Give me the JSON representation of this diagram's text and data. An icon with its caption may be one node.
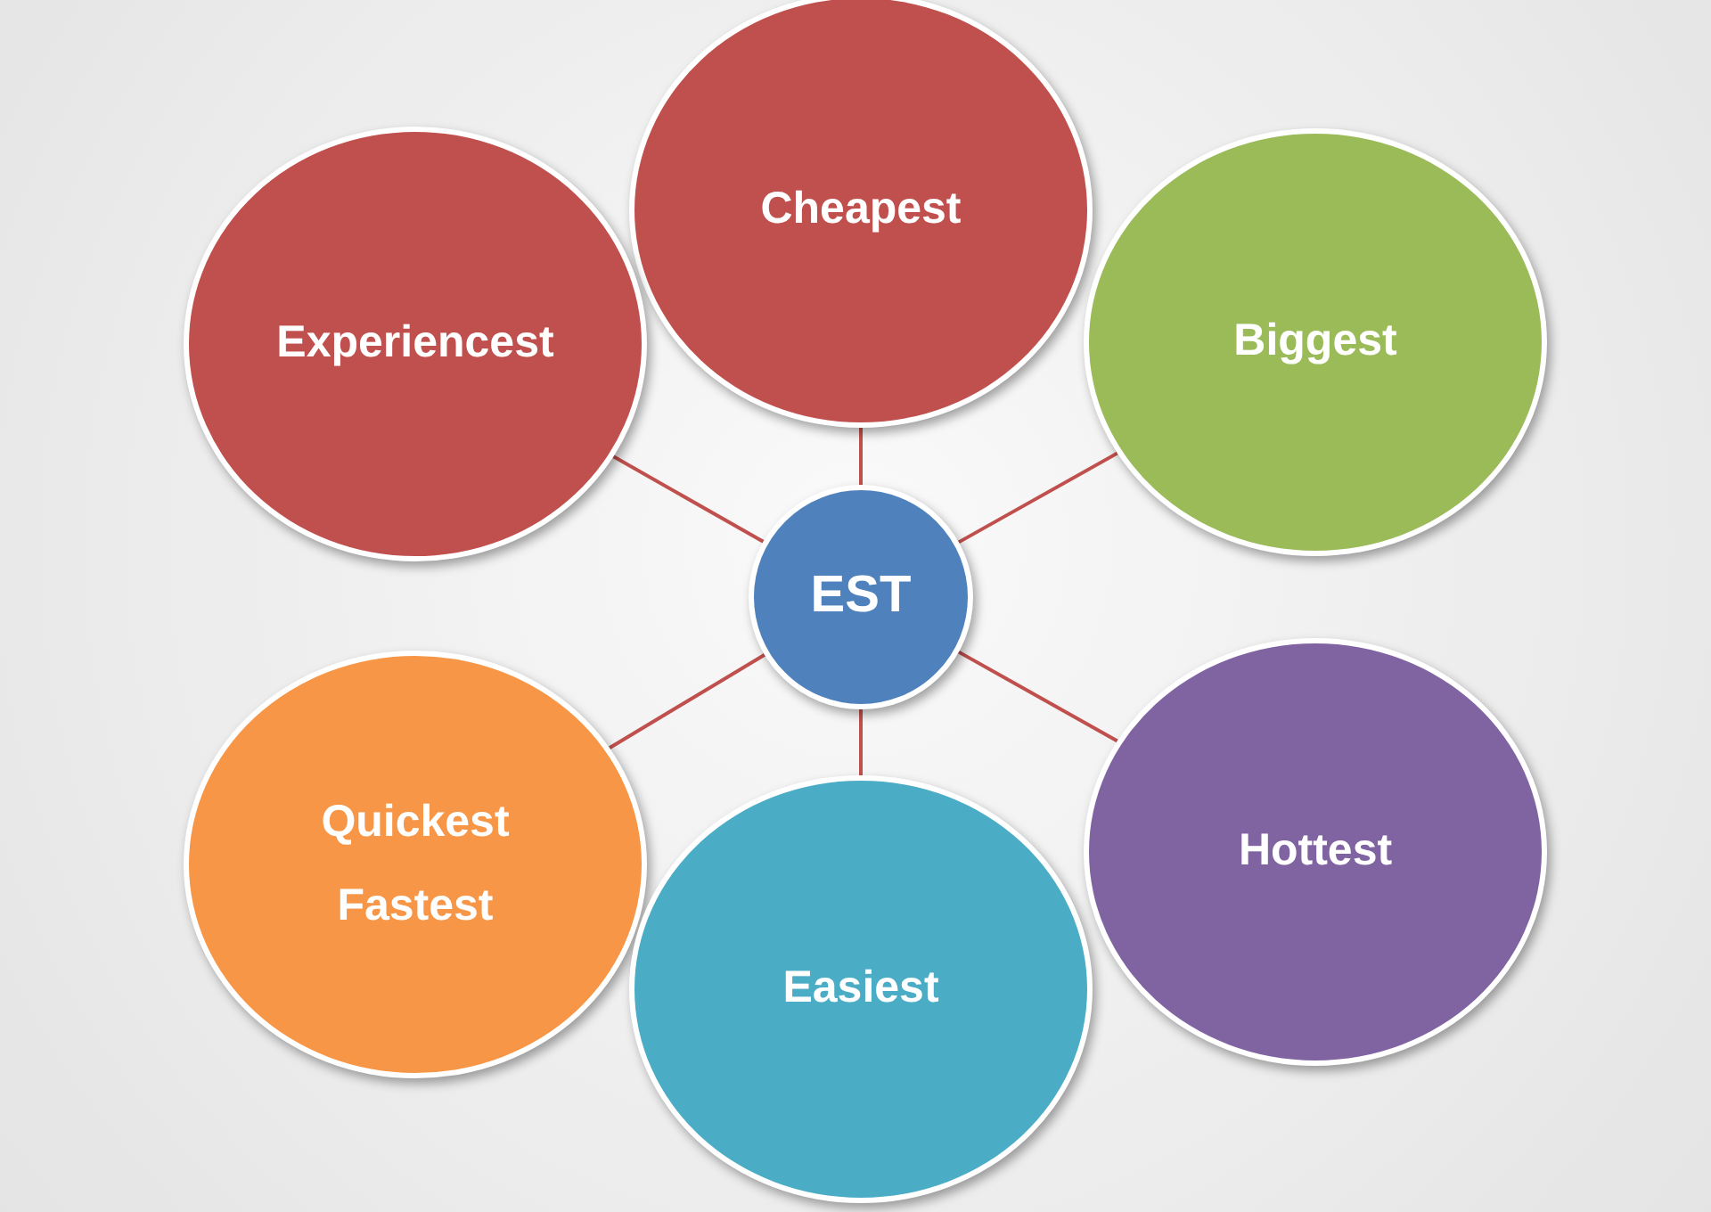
{
  "diagram": {
    "nodes": [
      {
        "text": [
          "Cheapest"
        ]
      },
      {
        "text": [
          "Experiencest"
        ]
      },
      {
        "text": [
          "Biggest"
        ]
      },
      {
        "text": [
          "EST"
        ]
      },
      {
        "text": [
          "Quickest Fastest"
        ]
      },
      {
        "text": [
          "Hottest"
        ]
      },
      {
        "text": [
          "Easiest"
        ]
      }
    ],
    "edges": [
      {
        "from": 3,
        "to": 0,
        "arrow": "none"
      },
      {
        "from": 3,
        "to": 1,
        "arrow": "none"
      },
      {
        "from": 3,
        "to": 2,
        "arrow": "none"
      },
      {
        "from": 3,
        "to": 4,
        "arrow": "none"
      },
      {
        "from": 3,
        "to": 5,
        "arrow": "none"
      },
      {
        "from": 3,
        "to": 6,
        "arrow": "none"
      }
    ]
  }
}
